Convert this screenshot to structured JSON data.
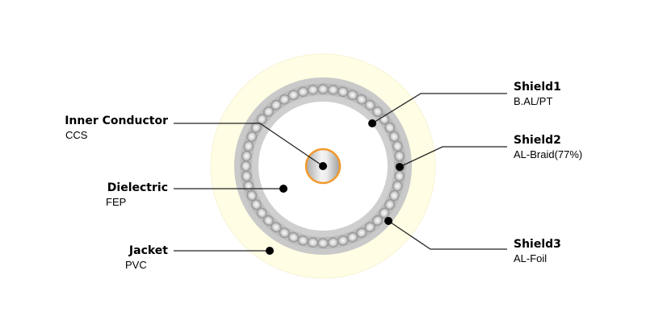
{
  "diagram": {
    "type": "coaxial cable cross-section",
    "colors": {
      "background": "#ffffff",
      "jacket": "#FFFDE4",
      "shield_band": "#C9C9C9",
      "braid_bead_dark": "#8E8E8E",
      "braid_bead_light": "#F4F4F4",
      "dielectric": "#ffffff",
      "conductor_ring": "#F29A2E",
      "conductor_light": "#F2F2F2",
      "conductor_dark": "#A8A8A8",
      "leader_line": "#222222",
      "marker_dot": "#000000"
    },
    "labels_left": [
      {
        "id": "inner-conductor",
        "title": "Inner Conductor",
        "material": "CCS"
      },
      {
        "id": "dielectric",
        "title": "Dielectric",
        "material": "FEP"
      },
      {
        "id": "jacket",
        "title": "Jacket",
        "material": "PVC"
      }
    ],
    "labels_right": [
      {
        "id": "shield1",
        "title": "Shield1",
        "material": "B.AL/PT"
      },
      {
        "id": "shield2",
        "title": "Shield2",
        "material": "AL-Braid(77%)"
      },
      {
        "id": "shield3",
        "title": "Shield3",
        "material": "AL-Foil"
      }
    ]
  }
}
